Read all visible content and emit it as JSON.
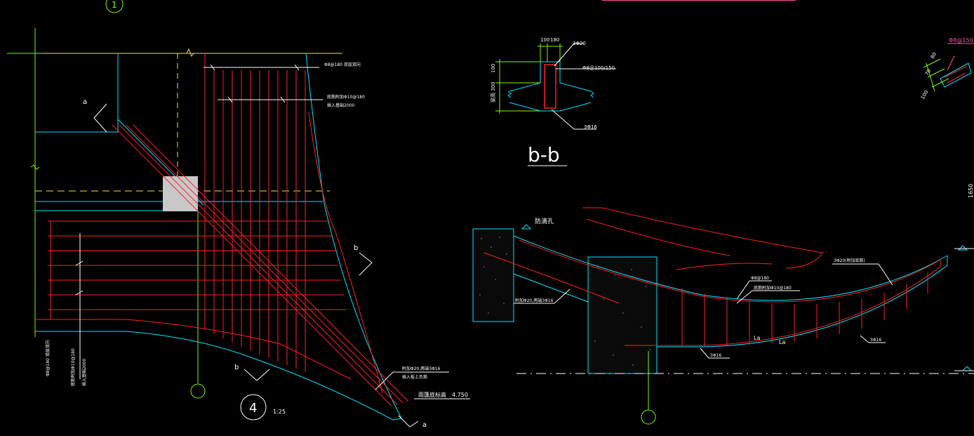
{
  "drawing": {
    "detail_number": "4",
    "detail_scale": "1:25",
    "grid_bubble_top": "1",
    "section_marks": [
      "a",
      "b",
      "b",
      "a"
    ],
    "plan_notes": {
      "top_bar": "Φ8@180 双层双向",
      "diag_bar_1": "底筋附加Φ10@180",
      "diag_bar_2": "插入基础2000",
      "left_vertical_1": "Φ8@180 双层双向",
      "left_vertical_2": "底筋附加Φ10@180",
      "left_vertical_3": "插入基础2000",
      "edge_bar_1": "附加Φ20,两端3Φ16",
      "edge_bar_2": "插入板上负筋",
      "elevation_label": "雨篷底标高",
      "elevation_value": "4.750"
    },
    "section_bb": {
      "title": "b-b",
      "dim_top_1": "100",
      "dim_top_2": "180",
      "bar_top": "3Φ20",
      "stirrup": "Φ8@100/150",
      "bar_bottom": "3Φ16",
      "dim_side_1": "100",
      "dim_side_2": "梁高 300"
    },
    "elevation_view": {
      "top_tag": "防滴孔",
      "stirrup_1": "Φ8@180",
      "stirrup_2": "底筋附加Φ10@180",
      "bar_left": "附加Φ20,两端3Φ16",
      "bar_top_right": "3Φ20(附加底筋)",
      "bar_bottom_1": "3Φ16",
      "bar_bottom_2": "3Φ16",
      "anchor_1": "La",
      "anchor_2": "La"
    },
    "corner_detail": {
      "bar": "Φ8@150",
      "dim_1": "80",
      "dim_2": "70",
      "dim_3": "100",
      "side_dim": "1650"
    }
  },
  "colors": {
    "background": "#000000",
    "rebar": "#ff2020",
    "outline": "#00e5ff",
    "grid": "#7cfc00",
    "annotation": "#ffffff",
    "highlight": "#ff4fa0"
  }
}
